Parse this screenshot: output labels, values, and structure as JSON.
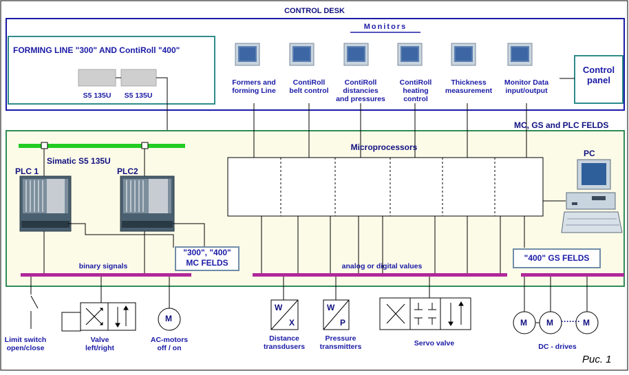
{
  "control_desk": {
    "title": "CONTROL DESK",
    "monitors_title": "Monitors"
  },
  "forming_line": {
    "title": "FORMING LINE \"300\" AND ContiRoll \"400\"",
    "plc_a": "S5 135U",
    "plc_b": "S5 135U"
  },
  "monitors": [
    {
      "line1": "Formers and",
      "line2": "forming Line",
      "line3": ""
    },
    {
      "line1": "ContiRoll",
      "line2": "belt control",
      "line3": ""
    },
    {
      "line1": "ContiRoll",
      "line2": "distancies",
      "line3": "and pressures"
    },
    {
      "line1": "ContiRoll",
      "line2": "heating",
      "line3": "control"
    },
    {
      "line1": "Thickness",
      "line2": "measurement",
      "line3": ""
    },
    {
      "line1": "Monitor Data",
      "line2": "input/output",
      "line3": ""
    }
  ],
  "control_panel": {
    "line1": "Control",
    "line2": "panel"
  },
  "field_area": {
    "title": "MC, GS and PLC FELDS",
    "simatic": "Simatic S5 135U",
    "plc1": "PLC 1",
    "plc2": "PLC2",
    "microprocessors": "Microprocessors",
    "pc": "PC",
    "mc_felds": {
      "line1": "\"300\", \"400\"",
      "line2": "MC FELDS"
    },
    "gs_felds": "\"400\" GS FELDS",
    "binary_signals": "binary signals",
    "analog_values": "analog or digital values"
  },
  "devices": {
    "limit_switch": {
      "line1": "Limit switch",
      "line2": "open/close"
    },
    "valve": {
      "line1": "Valve",
      "line2": "left/right"
    },
    "ac_motors": {
      "line1": "AC-motors",
      "line2": "off / on",
      "symbol": "M"
    },
    "distance": {
      "line1": "Distance",
      "line2": "transdusers",
      "top": "W",
      "bottom": "X"
    },
    "pressure": {
      "line1": "Pressure",
      "line2": "transmitters",
      "top": "W",
      "bottom": "P"
    },
    "servo_valve": {
      "label": "Servo valve"
    },
    "dc_drives": {
      "label": "DC - drives",
      "symbol": "M",
      "dots": "·······"
    }
  },
  "figure_caption": "Рис. 1",
  "colors": {
    "desk_border": "#1a1aa6",
    "field_border": "#2e8b57",
    "field_bg": "#fcfbe8",
    "bus_green": "#22cc22",
    "bus_magenta": "#b0289a",
    "text_blue": "#1a1aa6"
  }
}
